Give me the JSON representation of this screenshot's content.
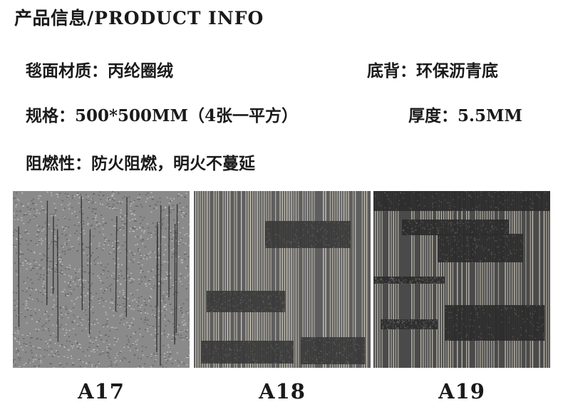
{
  "header": {
    "title_cn": "产品信息",
    "title_en": "/PRODUCT INFO"
  },
  "specs": {
    "surface": {
      "label": "毯面材质：",
      "value": "丙纶圈绒"
    },
    "backing": {
      "label": "底背：",
      "value": "环保沥青底"
    },
    "size": {
      "label": "规格：",
      "value": "500*500MM（4张一平方）"
    },
    "thickness": {
      "label": "厚度：",
      "value": "5.5MM"
    },
    "flame": {
      "label": "阻燃性：",
      "value": "防火阻燃，明火不蔓延"
    }
  },
  "samples": [
    {
      "code": "A17",
      "base_color": "#8a8a8a",
      "stripe_color": "#2a2a2a",
      "light_color": "#c8c8c8"
    },
    {
      "code": "A18",
      "base_color": "#5e5e5e",
      "stripe_color": "#d8d3c4",
      "light_color": "#3a3a3a"
    },
    {
      "code": "A19",
      "base_color": "#4a4a4a",
      "stripe_color": "#cfcabc",
      "light_color": "#2b2b2b"
    }
  ]
}
